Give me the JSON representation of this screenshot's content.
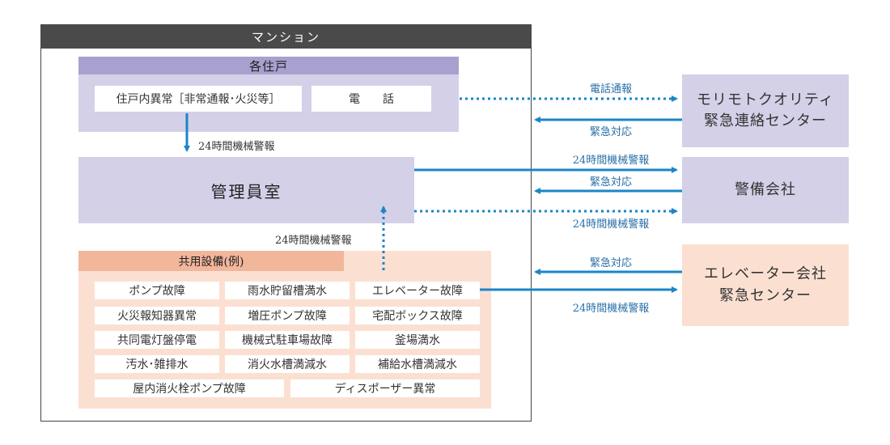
{
  "mansion": {
    "title": "マンション"
  },
  "unit": {
    "title": "各住戸",
    "abnormal_label": "住戸内異常［非常通報･火災等］",
    "phone_label": "電　　話"
  },
  "office": {
    "label": "管理員室"
  },
  "facilities": {
    "title": "共用設備(例)",
    "items": [
      "ポンプ故障",
      "雨水貯留槽満水",
      "エレベーター故障",
      "火災報知器異常",
      "増圧ポンプ故障",
      "宅配ボックス故障",
      "共同電灯盤停電",
      "機械式駐車場故障",
      "釜場満水",
      "汚水･雑排水",
      "消火水槽満減水",
      "補給水槽満減水",
      "屋内消火栓ポンプ故障",
      "ディスポーザー異常"
    ]
  },
  "external": {
    "morimoto": {
      "line1": "モリモトクオリティ",
      "line2": "緊急連絡センター"
    },
    "security": {
      "label": "警備会社"
    },
    "elevator": {
      "line1": "エレベーター会社",
      "line2": "緊急センター"
    }
  },
  "flows": {
    "unit_to_office": "24時間機械警報",
    "phone_call": "電話通報",
    "emergency_response_1": "緊急対応",
    "office_to_security": "24時間機械警報",
    "emergency_response_2": "緊急対応",
    "office_to_security_dotted": "24時間機械警報",
    "facility_to_office": "24時間機械警報",
    "emergency_response_3": "緊急対応",
    "elevator_alarm": "24時間機械警報"
  },
  "colors": {
    "arrow": "#1a86c8",
    "purple_fill": "#d4d0e8",
    "purple_header": "#a8a0ce",
    "orange_fill": "#fbe0d2",
    "orange_header": "#f2b69b",
    "mansion_header": "#4a4a4a"
  }
}
